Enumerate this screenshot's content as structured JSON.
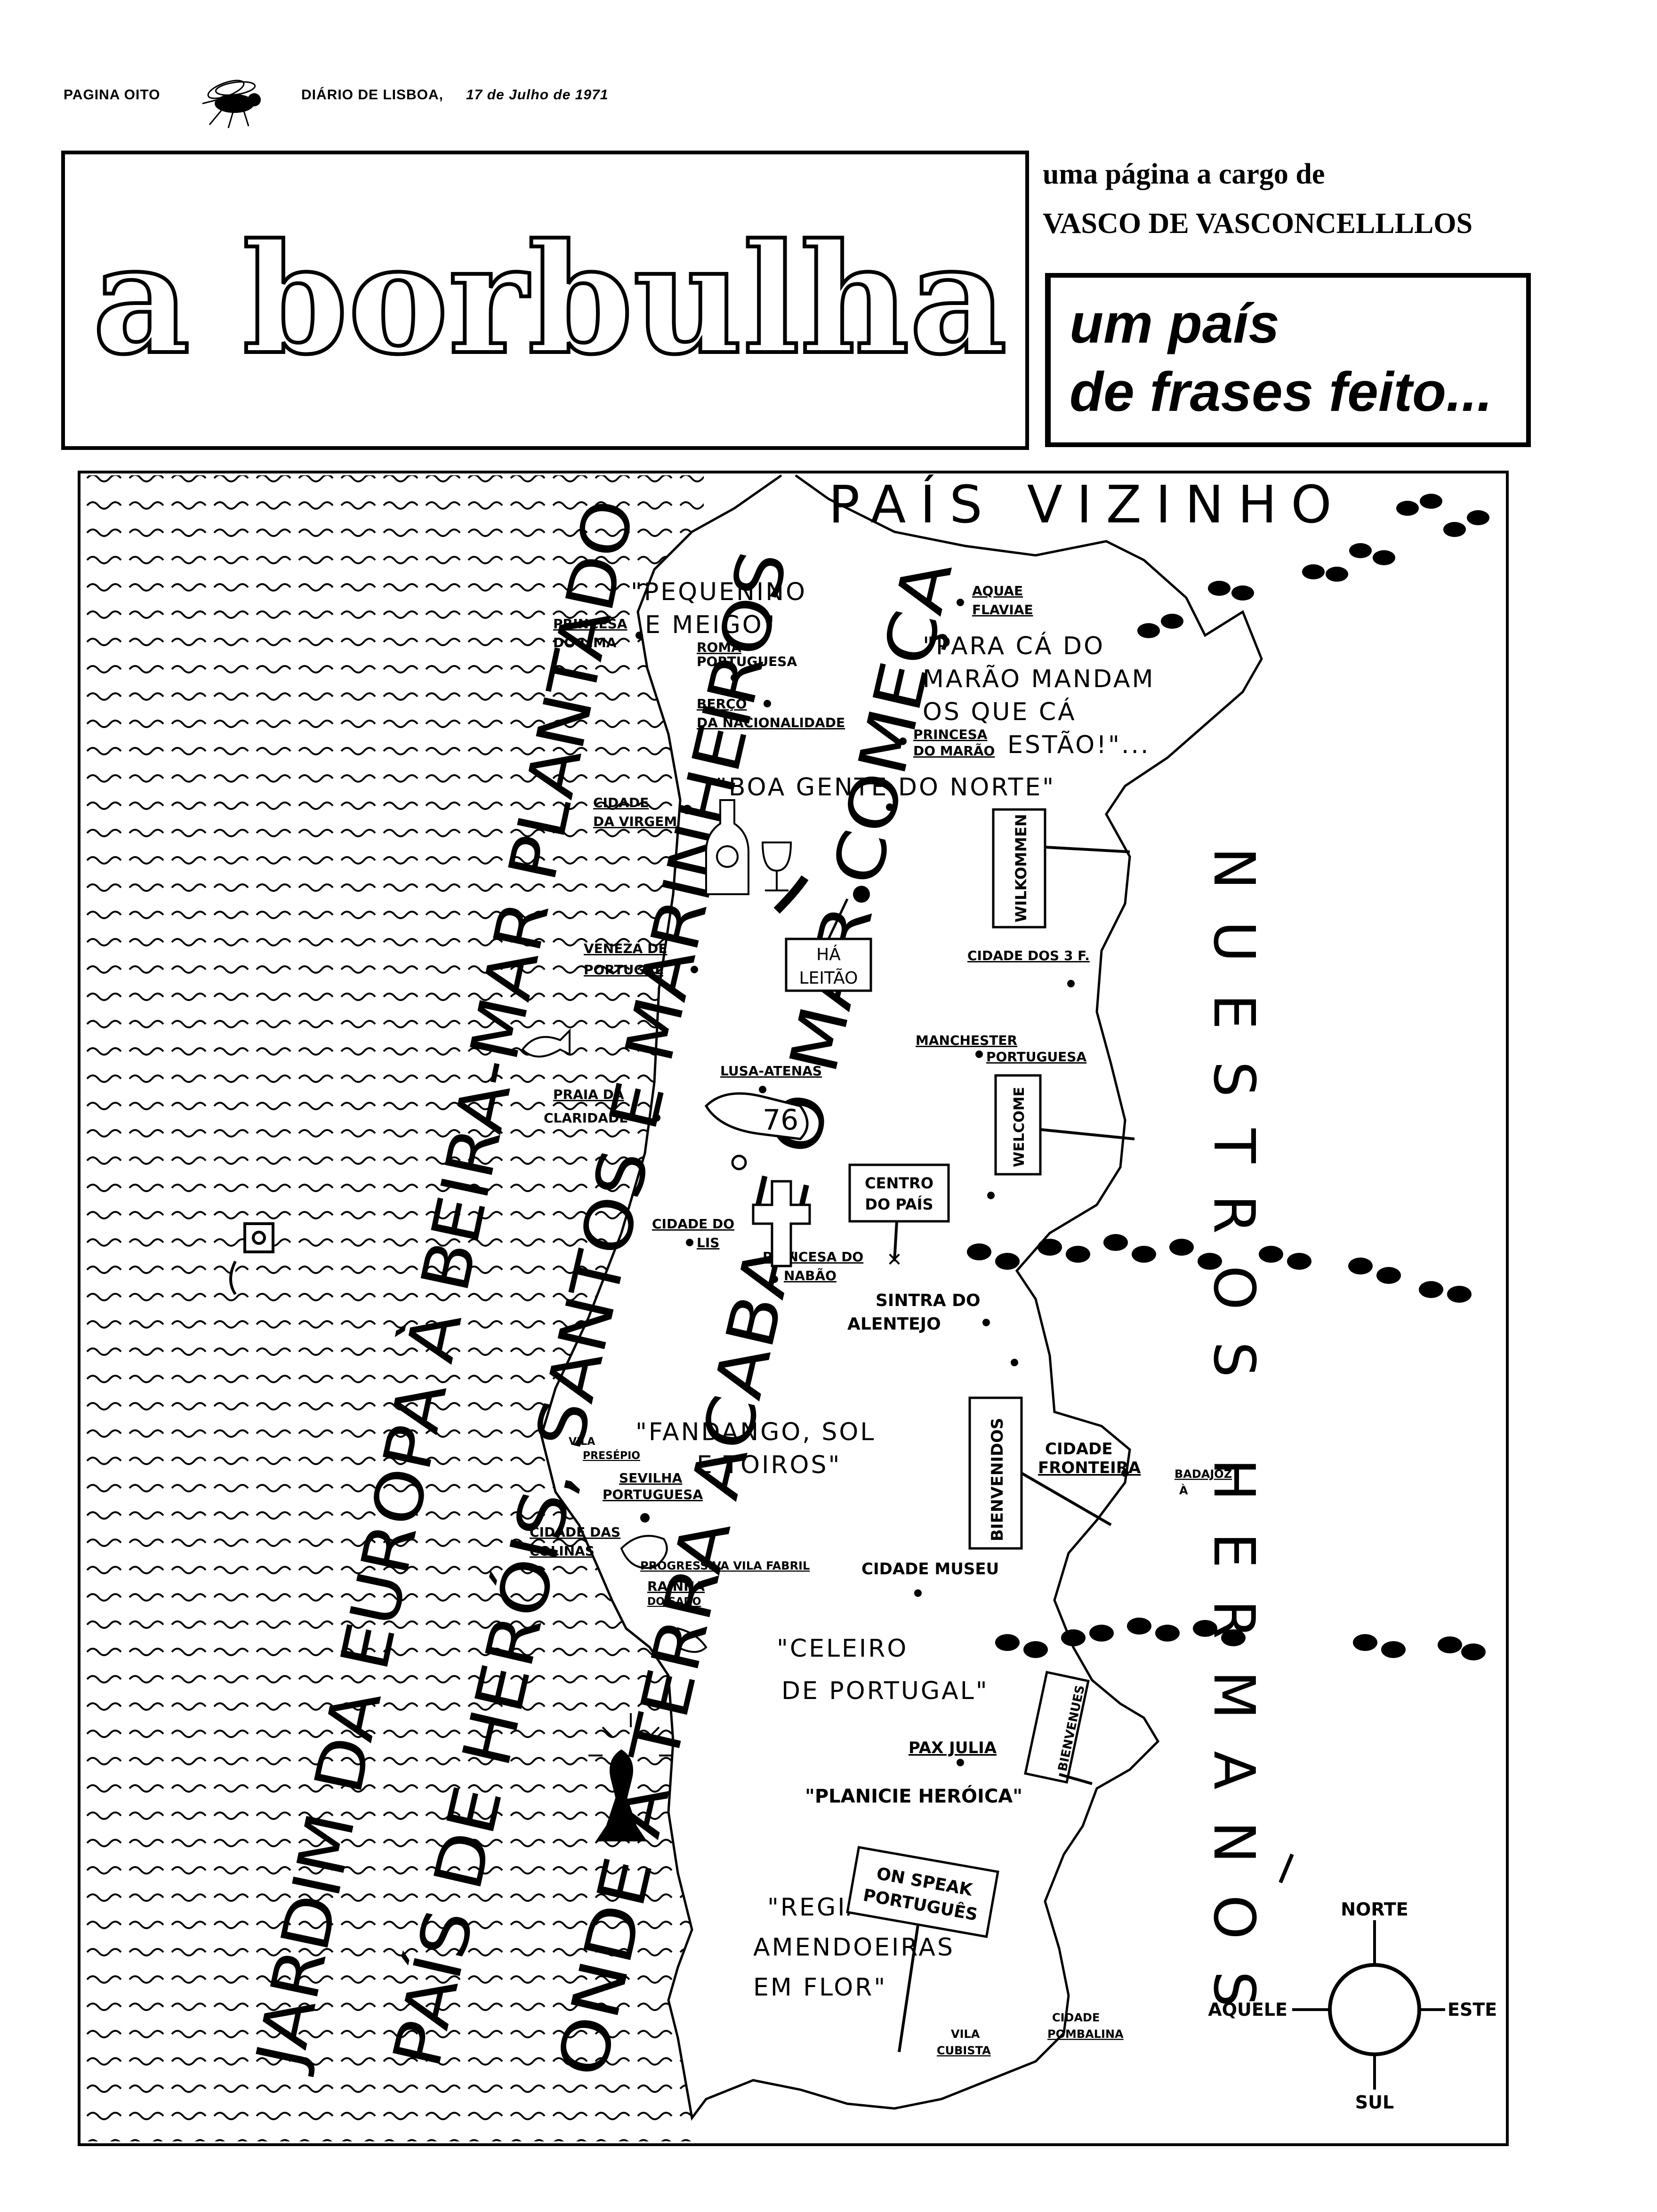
{
  "header": {
    "page": "PAGINA OITO",
    "newspaper": "DIÁRIO DE LISBOA,",
    "date": "17 de Julho de 1971"
  },
  "masthead": {
    "title": "a borbulha",
    "byline_1": "uma página a cargo de",
    "byline_2": "VASCO DE VASCONCELLLLOS",
    "slogan_1": "um país",
    "slogan_2": "de frases feito..."
  },
  "ocean_phrases": [
    "JARDIM DA EUROPA À BEIRA-MAR PLANTADO",
    "PAÍS DE HERÓIS, SANTOS E MARINHEIROS",
    "ONDE A TERRA ACABA E O MAR COMEÇA"
  ],
  "neighbors": {
    "north": "PAÍS VIZINHO",
    "east": "NUESTROS HERMANOS"
  },
  "quotes": {
    "minho": "\"PEQUENINO E MEIGO\"",
    "maraol_1": "\"PARA CÁ DO",
    "maraol_2": "MARÃO MANDAM",
    "maraol_3": "OS QUE CÁ",
    "maraol_4": "ESTÃO!\"...",
    "norte": "\"BOA GENTE DO NORTE\"",
    "fandango_1": "\"FANDANGO, SOL",
    "fandango_2": "E TOIROS\"",
    "celeiro_1": "\"CELEIRO",
    "celeiro_2": "DE PORTUGAL\"",
    "planicie": "\"PLANICIE HERÓICA\"",
    "algarve_1": "\"REGIÃO DAS",
    "algarve_2": "AMENDOEIRAS",
    "algarve_3": "EM FLOR\""
  },
  "cities": {
    "lima_1": "PRINCESA",
    "lima_2": "DO LIMA",
    "roma_1": "ROMA",
    "roma_2": "PORTUGUESA",
    "berco_1": "BERÇO",
    "berco_2": "DA NACIONALIDADE",
    "aquae_1": "AQUAE",
    "aquae_2": "FLAVIAE",
    "marao_1": "PRINCESA",
    "marao_2": "DO MARÃO",
    "virgem_1": "CIDADE",
    "virgem_2": "DA VIRGEM",
    "veneza_1": "VENEZA DE",
    "veneza_2": "PORTUGAL",
    "tres_f": "CIDADE DOS 3 F.",
    "manchester_1": "MANCHESTER",
    "manchester_2": "PORTUGUESA",
    "lusa": "LUSA-ATENAS",
    "praia_1": "PRAIA DA",
    "praia_2": "CLARIDADE",
    "lis_1": "CIDADE DO",
    "lis_2": "LIS",
    "nabao_1": "PRINCESA DO",
    "nabao_2": "NABÃO",
    "sintra_1": "SINTRA DO",
    "sintra_2": "ALENTEJO",
    "presepio_1": "VILA",
    "presepio_2": "PRESÉPIO",
    "sevilha_1": "SEVILHA",
    "sevilha_2": "PORTUGUESA",
    "colinas_1": "CIDADE DAS",
    "colinas_2": "COLINAS",
    "fabril": "PROGRESSIVA VILA FABRIL",
    "sado_1": "RAINHA",
    "sado_2": "DO SADO",
    "museu": "CIDADE MUSEU",
    "fronteira_1": "CIDADE",
    "fronteira_2": "FRONTEIRA",
    "badajoz_1": "BADAJOZ",
    "badajoz_2": "À",
    "pax": "PAX JULIA",
    "cubista_1": "VILA",
    "cubista_2": "CUBISTA",
    "pombalina_1": "CIDADE",
    "pombalina_2": "POMBALINA"
  },
  "signs": {
    "leitao_1": "HÁ",
    "leitao_2": "LEITÃO",
    "centro_1": "CENTRO",
    "centro_2": "DO PAÍS",
    "wilkommen": "WILKOMMEN",
    "welcome": "WELCOME",
    "bienvenidos": "BIENVENIDOS",
    "bienvenues": "BIENVENUES",
    "onspeak_1": "ON SPEAK",
    "onspeak_2": "PORTUGUÊS"
  },
  "compass": {
    "north": "NORTE",
    "south": "SUL",
    "east": "ESTE",
    "west": "AQUELE"
  }
}
